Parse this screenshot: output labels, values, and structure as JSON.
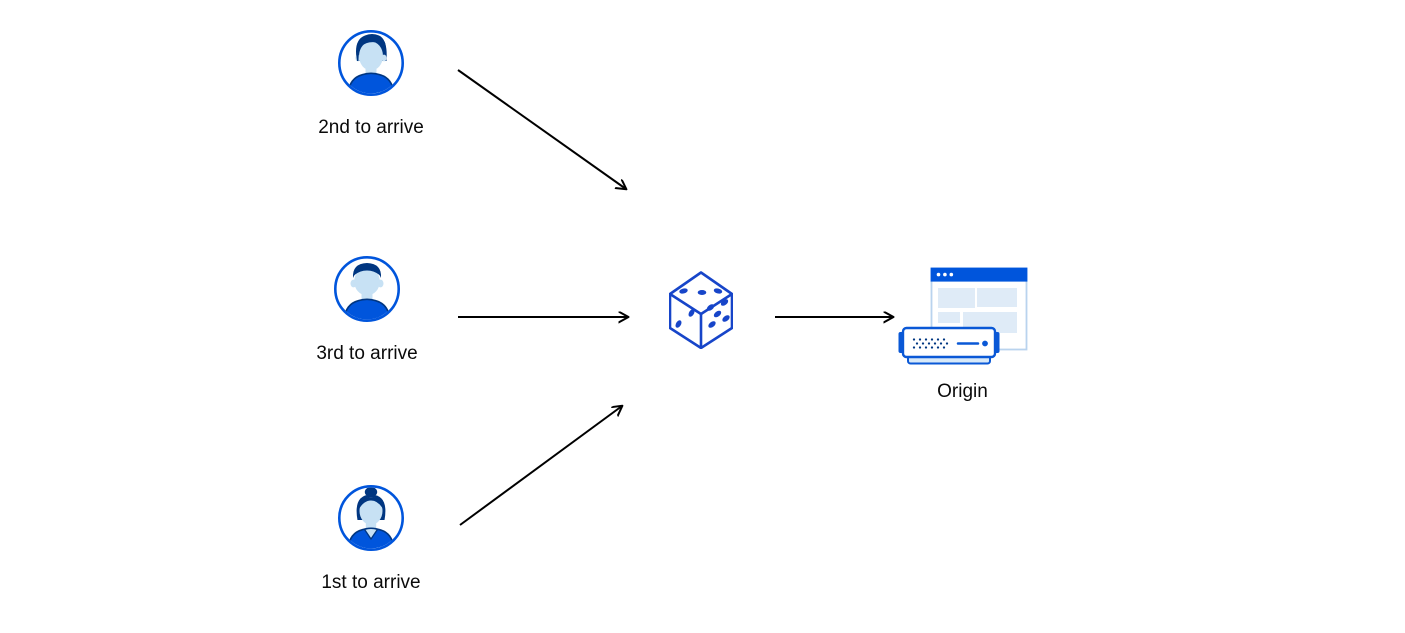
{
  "diagram": {
    "background_color": "#ffffff",
    "palette": {
      "accent_blue": "#0055dc",
      "dice_blue": "#1745c9",
      "navy": "#003681",
      "skin_light_blue": "#c7e1f4",
      "panel_light_blue": "#dfebf7",
      "window_border_blue": "#b9d3ee",
      "server_base_blue": "#d8e9f8",
      "arrow_color": "#000000",
      "label_color": "#0a0a0a"
    },
    "nodes": {
      "visitor_top": {
        "label": "2nd to arrive",
        "icon": "man-avatar-icon"
      },
      "visitor_middle": {
        "label": "3rd to arrive",
        "icon": "man-avatar-icon"
      },
      "visitor_bottom": {
        "label": "1st to arrive",
        "icon": "woman-avatar-icon"
      },
      "steering": {
        "icon": "dice-icon"
      },
      "origin": {
        "label": "Origin",
        "icon": "origin-server-icon"
      }
    },
    "connections": [
      {
        "from": "visitor_top",
        "to": "steering"
      },
      {
        "from": "visitor_middle",
        "to": "steering"
      },
      {
        "from": "visitor_bottom",
        "to": "steering"
      },
      {
        "from": "steering",
        "to": "origin"
      }
    ]
  }
}
